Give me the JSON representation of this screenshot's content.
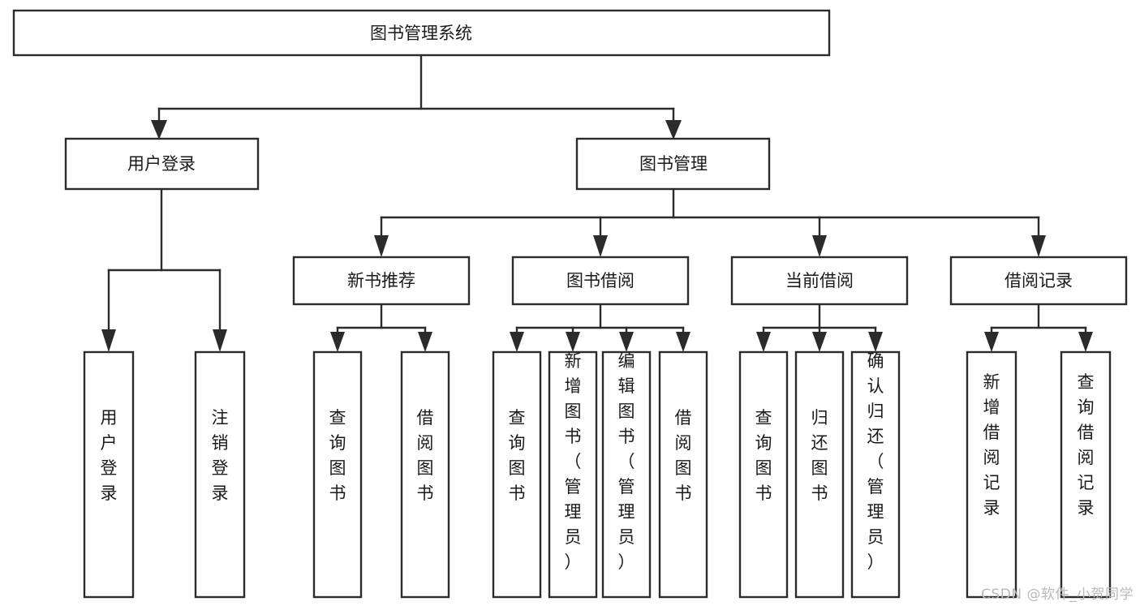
{
  "diagram": {
    "title": "图书管理系统",
    "type": "tree-hierarchy-diagram",
    "watermark": "CSDN @软件_小贺同学",
    "colors": {
      "background": "#ffffff",
      "box_stroke": "#2b2b2b",
      "box_fill": "#ffffff",
      "text": "#1a1a1a",
      "watermark": "#b9b9b9"
    },
    "levels": {
      "root": {
        "label": "图书管理系统",
        "orientation": "horizontal"
      },
      "level2": [
        {
          "id": "user-login",
          "label": "用户登录",
          "orientation": "horizontal"
        },
        {
          "id": "book-management",
          "label": "图书管理",
          "orientation": "horizontal"
        }
      ],
      "level3": [
        {
          "id": "new-book-recommend",
          "label": "新书推荐",
          "orientation": "horizontal"
        },
        {
          "id": "book-borrow",
          "label": "图书借阅",
          "orientation": "horizontal"
        },
        {
          "id": "current-borrow",
          "label": "当前借阅",
          "orientation": "horizontal"
        },
        {
          "id": "borrow-record",
          "label": "借阅记录",
          "orientation": "horizontal"
        }
      ],
      "leaves": [
        {
          "id": "leaf-user-login",
          "parent": "user-login",
          "label": "用户登录",
          "orientation": "vertical"
        },
        {
          "id": "leaf-logout",
          "parent": "user-login",
          "label": "注销登录",
          "orientation": "vertical"
        },
        {
          "id": "leaf-query-book-1",
          "parent": "new-book-recommend",
          "label": "查询图书",
          "orientation": "vertical"
        },
        {
          "id": "leaf-borrow-book-1",
          "parent": "new-book-recommend",
          "label": "借阅图书",
          "orientation": "vertical"
        },
        {
          "id": "leaf-query-book-2",
          "parent": "book-borrow",
          "label": "查询图书",
          "orientation": "vertical"
        },
        {
          "id": "leaf-add-book",
          "parent": "book-borrow",
          "label": "新增图书（管理员）",
          "orientation": "vertical"
        },
        {
          "id": "leaf-edit-book",
          "parent": "book-borrow",
          "label": "编辑图书（管理员）",
          "orientation": "vertical"
        },
        {
          "id": "leaf-borrow-book-2",
          "parent": "book-borrow",
          "label": "借阅图书",
          "orientation": "vertical"
        },
        {
          "id": "leaf-query-book-3",
          "parent": "current-borrow",
          "label": "查询图书",
          "orientation": "vertical"
        },
        {
          "id": "leaf-return-book",
          "parent": "current-borrow",
          "label": "归还图书",
          "orientation": "vertical"
        },
        {
          "id": "leaf-confirm-return",
          "parent": "current-borrow",
          "label": "确认归还（管理员）",
          "orientation": "vertical"
        },
        {
          "id": "leaf-add-record",
          "parent": "borrow-record",
          "label": "新增借阅记录",
          "orientation": "vertical"
        },
        {
          "id": "leaf-query-record",
          "parent": "borrow-record",
          "label": "查询借阅记录",
          "orientation": "vertical"
        }
      ]
    }
  }
}
